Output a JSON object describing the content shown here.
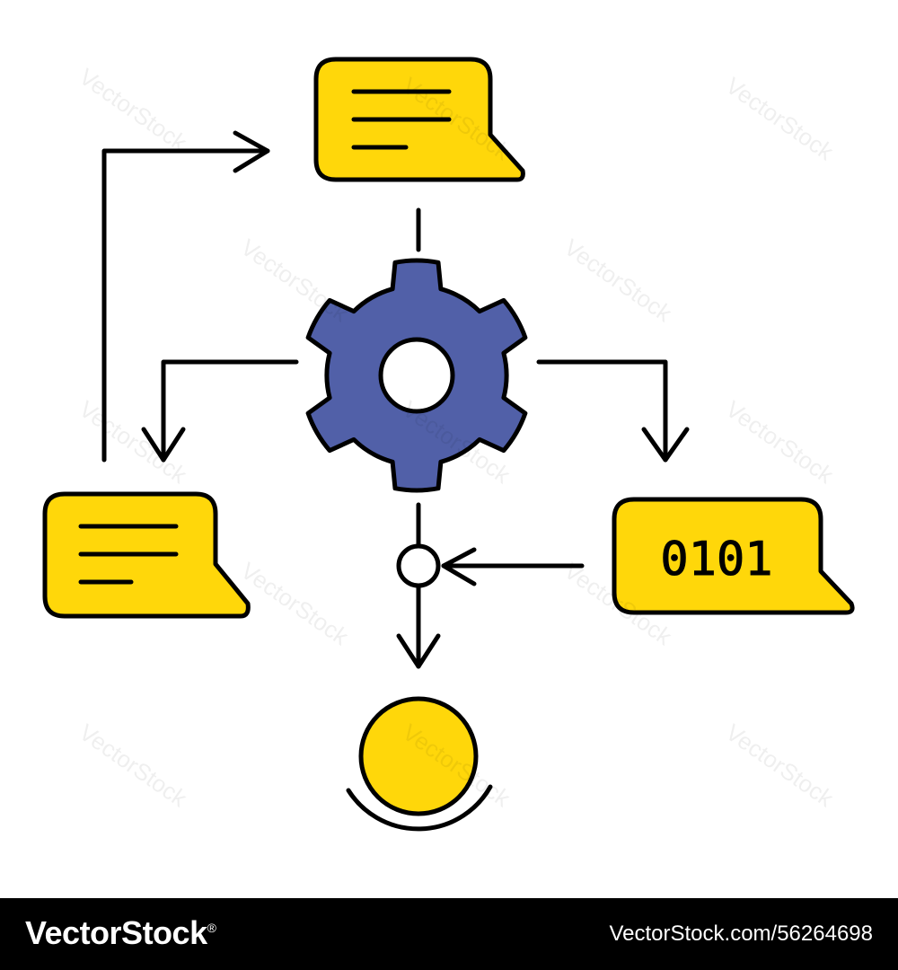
{
  "illustration": {
    "binary_text": "0101",
    "colors": {
      "bubble_fill": "#FFD70A",
      "gear_fill": "#5160A8",
      "stroke": "#000000",
      "background": "#FFFFFF",
      "footer_bg": "#000000",
      "footer_text": "#FFFFFF"
    }
  },
  "watermark": {
    "text": "VectorStock"
  },
  "footer": {
    "brand": "VectorStock",
    "brand_registered": "®",
    "url": "VectorStock.com/56264698"
  }
}
